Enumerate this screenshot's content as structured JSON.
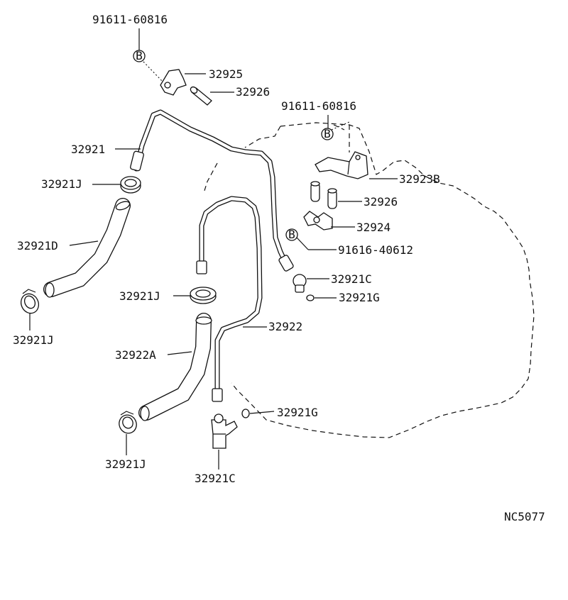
{
  "labels": {
    "bolt_top": "91611-60816",
    "bolt_right": "91611-60816",
    "bolt_symbol": "B",
    "clamp_top": "32925",
    "sleeve_top": "32926",
    "sleeve_right": "32926",
    "bracket": "32923B",
    "clamp_right": "32924",
    "bolt_flange": "91616-40612",
    "pipe_upper": "32921",
    "clip_upper": "32921J",
    "hose_upper": "32921D",
    "clip_hose_upper": "32921J",
    "union_upper": "32921C",
    "gasket_upper": "32921G",
    "clip_mid": "32921J",
    "pipe_lower": "32922",
    "hose_lower": "32922A",
    "clip_lower": "32921J",
    "gasket_lower": "32921G",
    "union_lower": "32921C",
    "diagram_code": "NC5077"
  }
}
